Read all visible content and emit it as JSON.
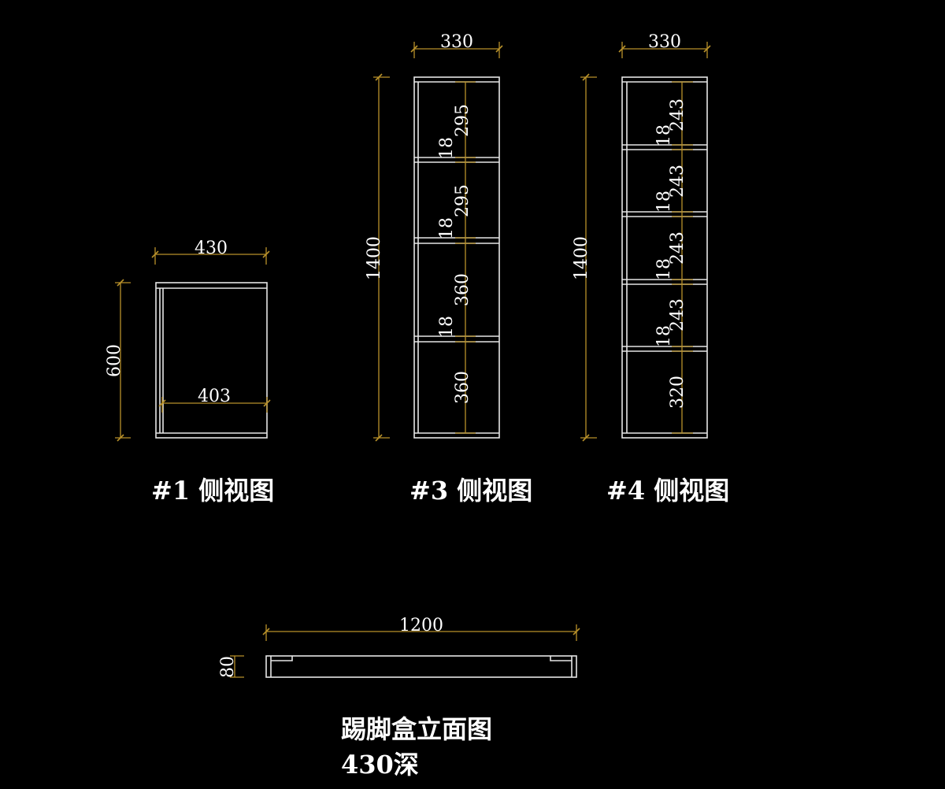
{
  "colors": {
    "background": "#000000",
    "part_line": "#e6e6e6",
    "dimension_line": "#b8912a",
    "text": "#ffffff"
  },
  "views": {
    "v1": {
      "caption": "#1 侧视图",
      "width_dim": "430",
      "height_dim": "600",
      "inner_dim": "403"
    },
    "v3": {
      "caption": "#3 侧视图",
      "width_dim": "330",
      "height_dim": "1400",
      "compartments": [
        "295",
        "295",
        "360",
        "360"
      ],
      "shelf_thickness": [
        "18",
        "18",
        "18"
      ]
    },
    "v4": {
      "caption": "#4 侧视图",
      "width_dim": "330",
      "height_dim": "1400",
      "compartments": [
        "243",
        "243",
        "243",
        "243",
        "320"
      ],
      "shelf_thickness": [
        "18",
        "18",
        "18",
        "18"
      ]
    },
    "kick": {
      "title": "踢脚盒立面图",
      "depth": "430深",
      "width_dim": "1200",
      "height_dim": "80"
    }
  }
}
